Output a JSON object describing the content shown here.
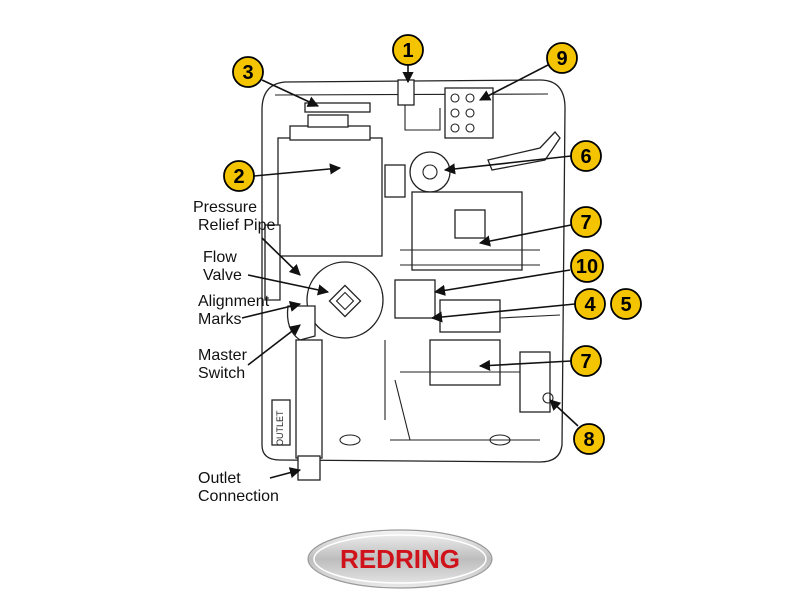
{
  "labels": {
    "pressure_relief_pipe": [
      "Pressure",
      "Relief Pipe"
    ],
    "flow_valve": [
      "Flow",
      "Valve"
    ],
    "alignment_marks": [
      "Alignment",
      "Marks"
    ],
    "master_switch": [
      "Master",
      "Switch"
    ],
    "outlet_connection": [
      "Outlet",
      "Connection"
    ],
    "outlet_stamp": "OUTLET"
  },
  "callouts": {
    "c1": "1",
    "c2": "2",
    "c3": "3",
    "c4": "4",
    "c5": "5",
    "c6": "6",
    "c7a": "7",
    "c7b": "7",
    "c8": "8",
    "c9": "9",
    "c10": "10"
  },
  "colors": {
    "callout_fill": "#f5c400",
    "callout_stroke": "#000000",
    "logo_red": "#d0121b",
    "logo_silver": "#c8c8c8"
  },
  "logo": {
    "text": "REDRING"
  }
}
